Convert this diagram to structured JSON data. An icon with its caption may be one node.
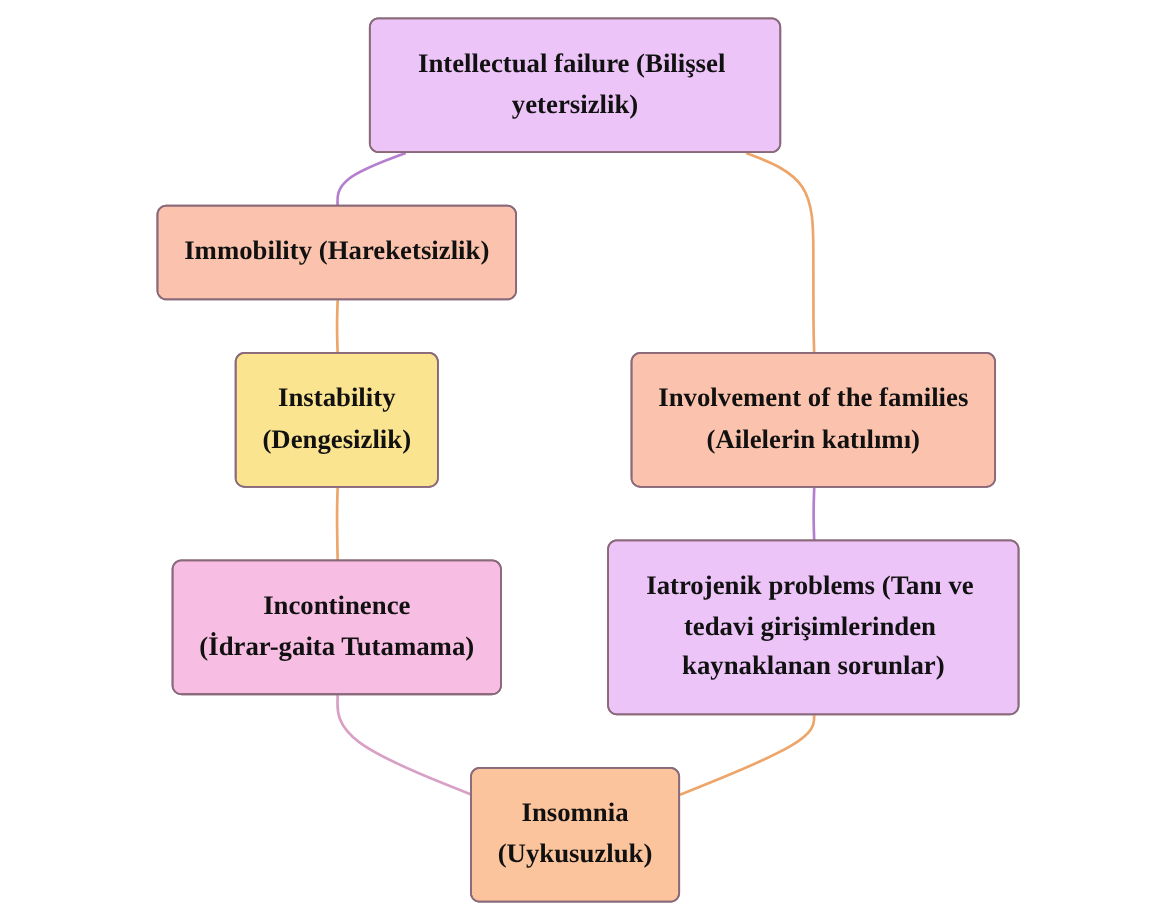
{
  "diagram": {
    "nodes": [
      {
        "text": [
          "Intellectual failure (Bilişsel yetersizlik)"
        ]
      },
      {
        "text": [
          "Immobility (Hareketsizlik)"
        ]
      },
      {
        "text": [
          "Instability",
          "(Dengesizlik)"
        ]
      },
      {
        "text": [
          "Incontinence",
          "(İdrar-gaita Tutamama)"
        ]
      },
      {
        "text": [
          "Insomnia",
          "(Uykusuzluk)"
        ]
      },
      {
        "text": [
          "Iatrojenik problems (Tanı ve tedavi girişimlerinden kaynaklanan sorunlar)"
        ]
      },
      {
        "text": [
          "Involvement of the families",
          "(Ailelerin katılımı)"
        ]
      }
    ],
    "edges": [
      {
        "from": 0,
        "to": 1,
        "arrow": "none",
        "color": "#b57fcf"
      },
      {
        "from": 1,
        "to": 2,
        "arrow": "none"
      },
      {
        "from": 2,
        "to": 3,
        "arrow": "none"
      },
      {
        "from": 3,
        "to": 4,
        "arrow": "none",
        "color": "#d9a0c6"
      },
      {
        "from": 4,
        "to": 5,
        "arrow": "none"
      },
      {
        "from": 5,
        "to": 6,
        "arrow": "none",
        "color": "#b57fcf"
      },
      {
        "from": 6,
        "to": 0,
        "arrow": "none"
      }
    ]
  }
}
